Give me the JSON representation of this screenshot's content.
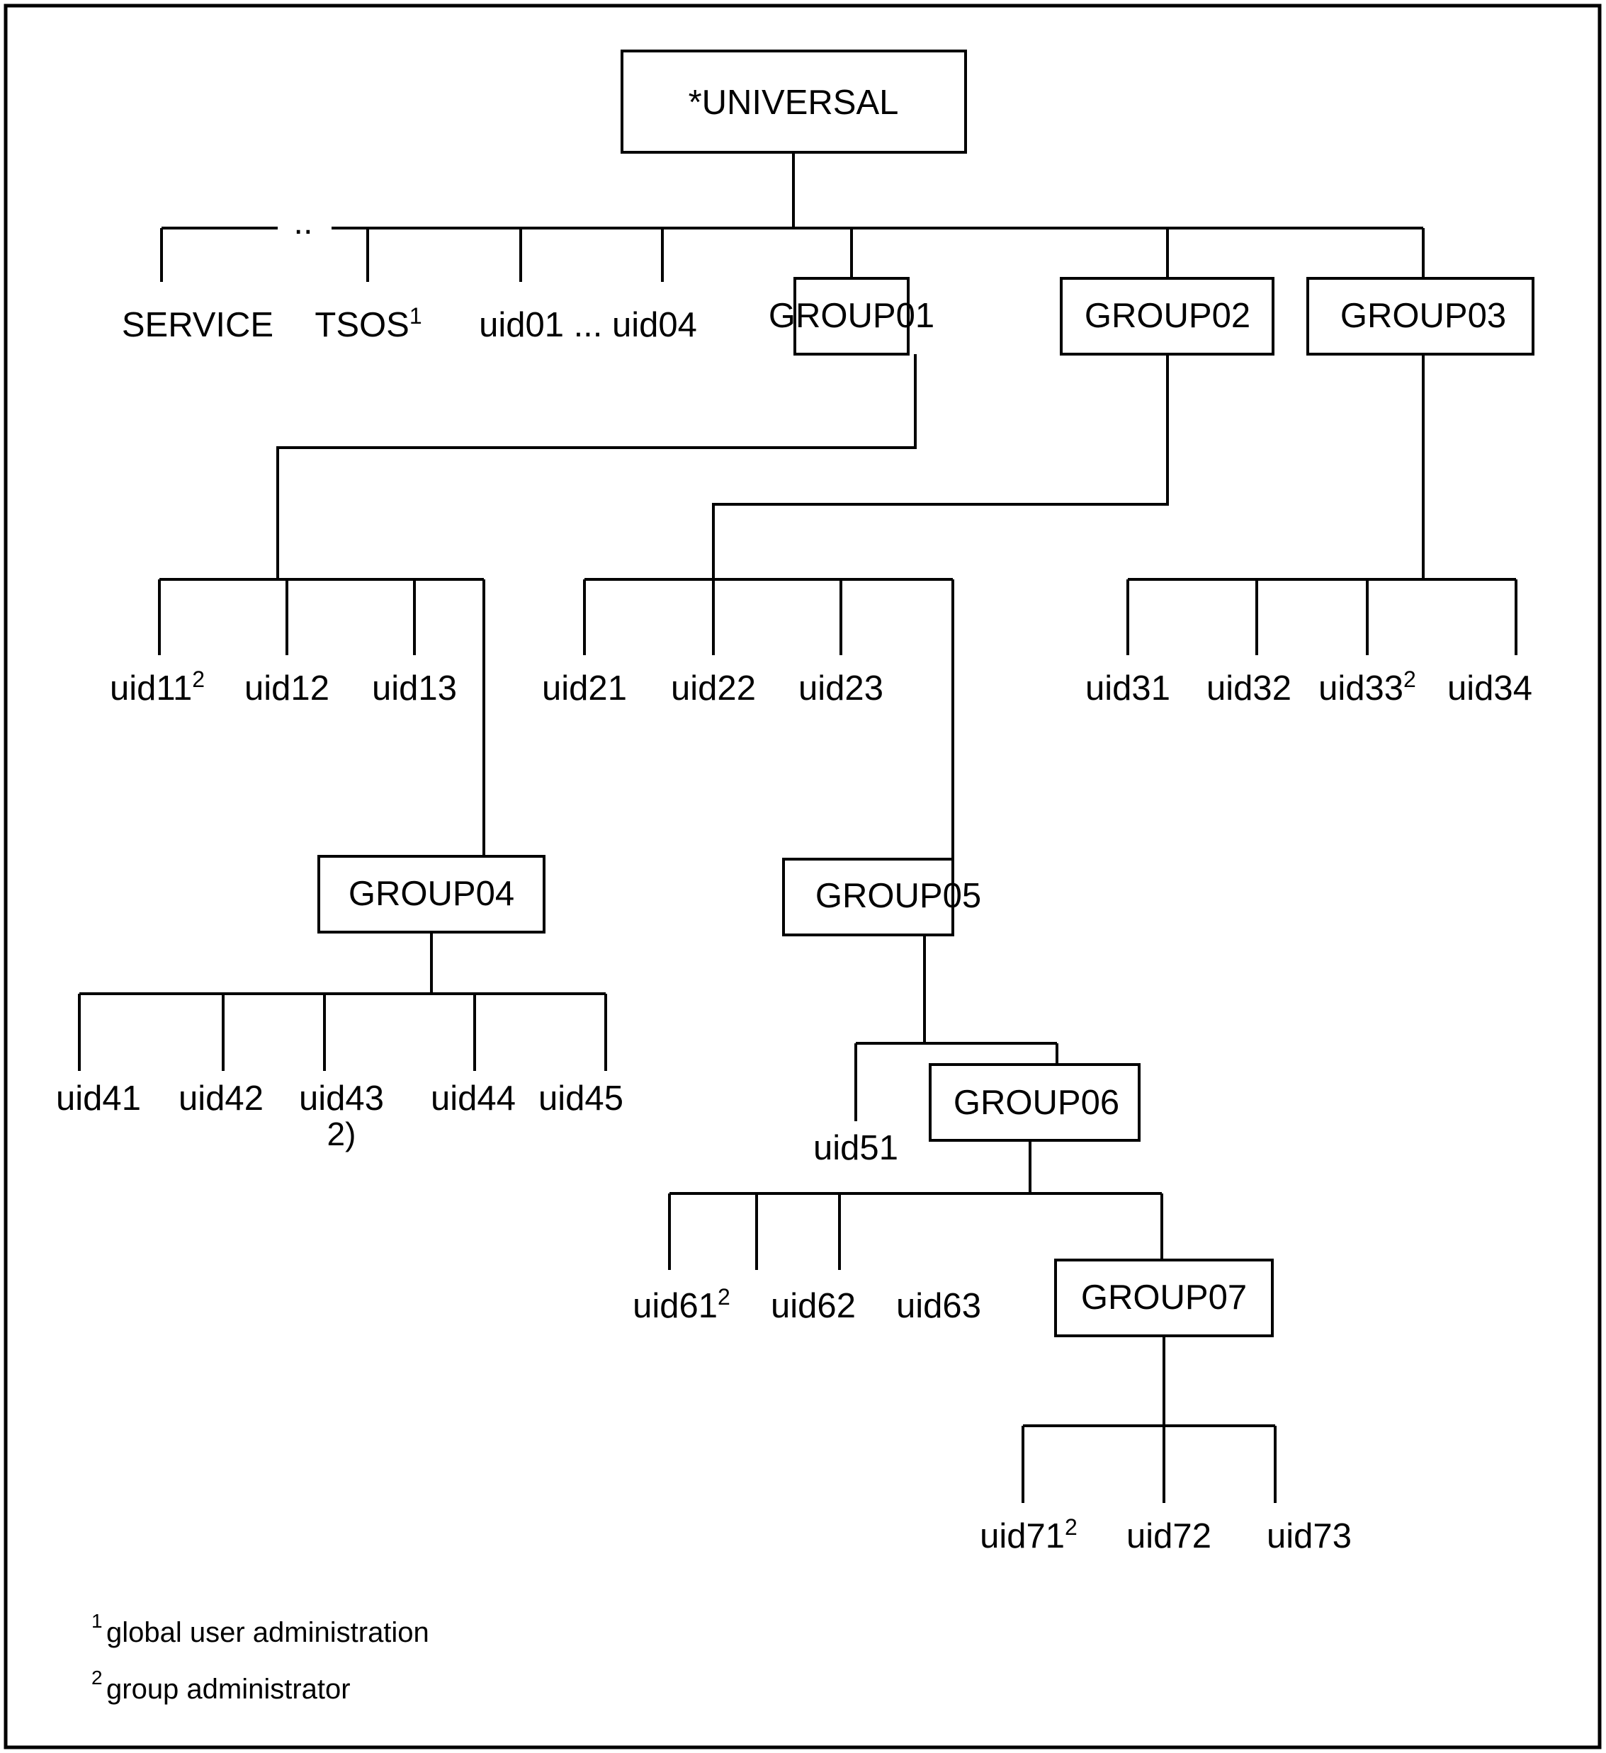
{
  "diagram": {
    "title": "*UNIVERSAL",
    "type": "user-id-hierarchy-tree",
    "root": {
      "id": "universal",
      "label": "*UNIVERSAL",
      "kind": "box"
    },
    "boxes": [
      {
        "id": "universal",
        "label": "*UNIVERSAL"
      },
      {
        "id": "group01",
        "label": "GROUP01"
      },
      {
        "id": "group02",
        "label": "GROUP02"
      },
      {
        "id": "group03",
        "label": "GROUP03"
      },
      {
        "id": "group04",
        "label": "GROUP04"
      },
      {
        "id": "group05",
        "label": "GROUP05"
      },
      {
        "id": "group06",
        "label": "GROUP06"
      },
      {
        "id": "group07",
        "label": "GROUP07"
      }
    ],
    "leaves": [
      {
        "id": "service",
        "label": "SERVICE",
        "sup": ""
      },
      {
        "id": "tsos",
        "label": "TSOS",
        "sup": "1"
      },
      {
        "id": "uid01-04",
        "label": "uid01 ... uid04",
        "sup": ""
      },
      {
        "id": "uid11",
        "label": "uid11",
        "sup": "2"
      },
      {
        "id": "uid12",
        "label": "uid12",
        "sup": ""
      },
      {
        "id": "uid13",
        "label": "uid13",
        "sup": ""
      },
      {
        "id": "uid21",
        "label": "uid21",
        "sup": ""
      },
      {
        "id": "uid22",
        "label": "uid22",
        "sup": ""
      },
      {
        "id": "uid23",
        "label": "uid23",
        "sup": ""
      },
      {
        "id": "uid31",
        "label": "uid31",
        "sup": ""
      },
      {
        "id": "uid32",
        "label": "uid32",
        "sup": ""
      },
      {
        "id": "uid33",
        "label": "uid33",
        "sup": "2"
      },
      {
        "id": "uid34",
        "label": "uid34",
        "sup": ""
      },
      {
        "id": "uid41",
        "label": "uid41",
        "sup": ""
      },
      {
        "id": "uid42",
        "label": "uid42",
        "sup": ""
      },
      {
        "id": "uid43",
        "label": "uid43",
        "sup": "",
        "note": "2)"
      },
      {
        "id": "uid44",
        "label": "uid44",
        "sup": ""
      },
      {
        "id": "uid45",
        "label": "uid45",
        "sup": ""
      },
      {
        "id": "uid51",
        "label": "uid51",
        "sup": ""
      },
      {
        "id": "uid61",
        "label": "uid61",
        "sup": "2"
      },
      {
        "id": "uid62",
        "label": "uid62",
        "sup": ""
      },
      {
        "id": "uid63",
        "label": "uid63",
        "sup": ""
      },
      {
        "id": "uid71",
        "label": "uid71",
        "sup": "2"
      },
      {
        "id": "uid72",
        "label": "uid72",
        "sup": ""
      },
      {
        "id": "uid73",
        "label": "uid73",
        "sup": ""
      }
    ],
    "ellipsis": "..",
    "footnotes": [
      {
        "marker": "1",
        "text": "global user administration"
      },
      {
        "marker": "2",
        "text": "group administrator"
      }
    ],
    "colors": {
      "line": "#000000",
      "box_fill": "#ffffff",
      "background": "#ffffff",
      "text": "#000000"
    }
  }
}
